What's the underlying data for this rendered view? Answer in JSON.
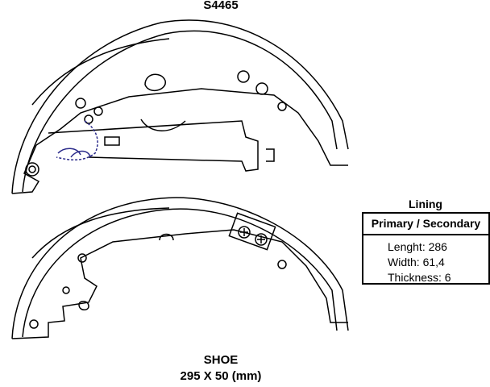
{
  "part_number": "S4465",
  "lining": {
    "label": "Lining",
    "header": "Primary / Secondary",
    "length": "Lenght: 286",
    "width": "Width: 61,4",
    "thickness": "Thickness: 6"
  },
  "shoe": {
    "label": "SHOE",
    "dimensions": "295 X 50 (mm)"
  },
  "colors": {
    "line": "#000000",
    "spring": "#2a2a8a"
  }
}
